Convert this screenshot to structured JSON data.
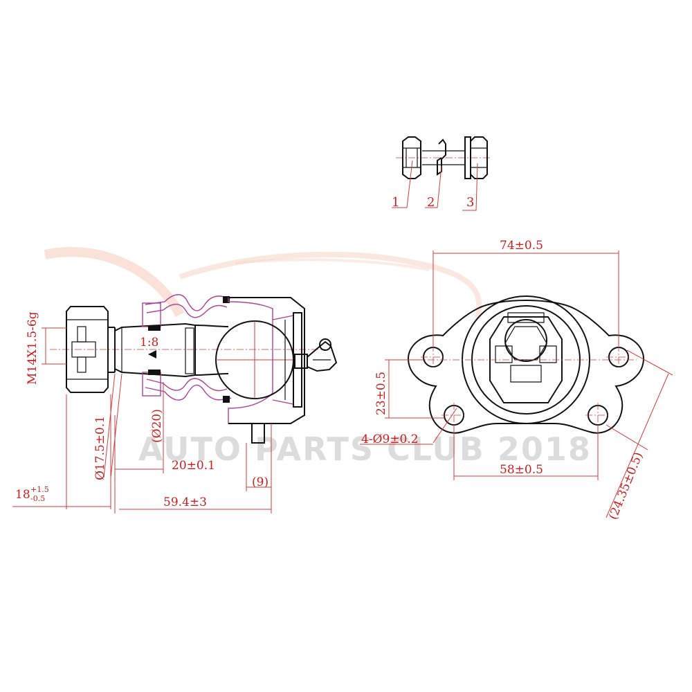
{
  "watermark": "AUTO PARTS CLUB 2018",
  "parts": [
    "1",
    "2",
    "3"
  ],
  "side_view": {
    "thread": "M14X1.5-6g",
    "taper": "1:8",
    "d_taper": "Ø17.5±0.1",
    "d_boot": "(Ø20)",
    "len_taper": "20±0.1",
    "len_fitting": "(9)",
    "len_total": "59.4±3",
    "stud_len_base": "18",
    "stud_len_plus": "+1.5",
    "stud_len_minus": "-0.5"
  },
  "top_view": {
    "width": "74±0.5",
    "offset": "23±0.5",
    "holes": "4-Ø9±0.2",
    "hole_spacing": "58±0.5",
    "diag": "(24.35±0.5)"
  },
  "colors": {
    "outline": "#111111",
    "dimension": "#c81e1e",
    "section": "#b0409a"
  }
}
